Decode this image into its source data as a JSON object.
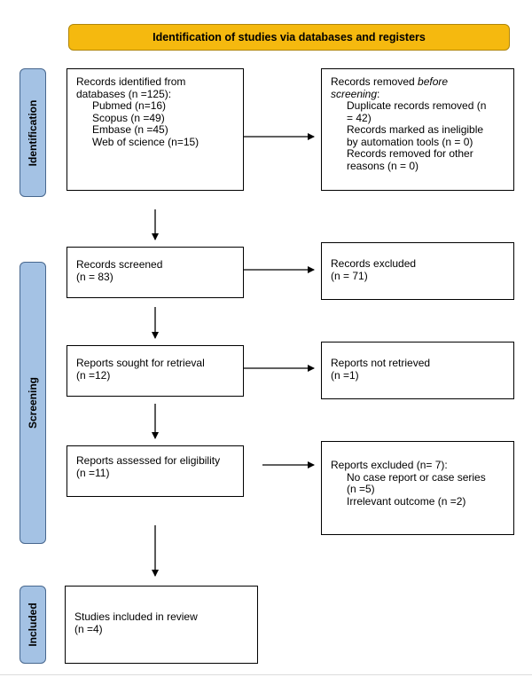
{
  "banner": "Identification of studies via databases and registers",
  "phases": {
    "identification": "Identification",
    "screening": "Screening",
    "included": "Included"
  },
  "boxes": {
    "records_identified": {
      "line1": "Records identified from",
      "line2": "databases (n =125):",
      "items": [
        "Pubmed (n=16)",
        "Scopus (n =49)",
        "Embase (n =45)",
        "Web of science (n=15)"
      ]
    },
    "records_removed": {
      "title_normal": "Records removed ",
      "title_italic_1": "before",
      "title_italic_2": "screening",
      "title_colon": ":",
      "items": [
        "Duplicate records removed (n",
        "= 42)",
        "Records marked as ineligible",
        "by automation tools (n = 0)",
        "Records removed for other",
        "reasons (n = 0)"
      ]
    },
    "records_screened": {
      "line1": "Records screened",
      "line2": "(n = 83)"
    },
    "records_excluded": {
      "line1": "Records excluded",
      "line2": "(n = 71)"
    },
    "reports_sought": {
      "line1": "Reports sought for retrieval",
      "line2": "(n =12)"
    },
    "reports_not_retrieved": {
      "line1": "Reports not retrieved",
      "line2": "(n =1)"
    },
    "reports_assessed": {
      "line1": "Reports assessed for eligibility",
      "line2": "(n =11)"
    },
    "reports_excluded": {
      "title": "Reports excluded (n= 7):",
      "items": [
        "No case report or case series",
        "(n =5)",
        "Irrelevant outcome (n =2)"
      ]
    },
    "studies_included": {
      "line1": "Studies included in review",
      "line2": "(n =4)"
    }
  }
}
